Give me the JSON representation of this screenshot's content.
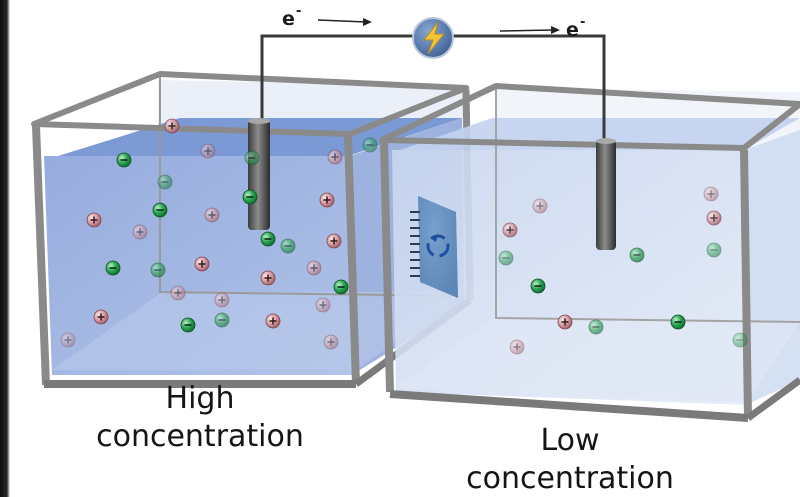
{
  "electron_labels": {
    "left": "e",
    "right": "e",
    "superscript": "-"
  },
  "source_icon": "lightning-bolt-icon",
  "membrane_icon": "ion-exchange-membrane-icon",
  "captions": {
    "high": [
      "High",
      "concentration"
    ],
    "low": [
      "Low",
      "concentration"
    ]
  },
  "colors": {
    "solution": "#7f9ad4",
    "anion": "#2e9e52",
    "cation": "#c98a8f",
    "bolt_circle": "#4f74a8",
    "bolt": "#f3c43a"
  }
}
